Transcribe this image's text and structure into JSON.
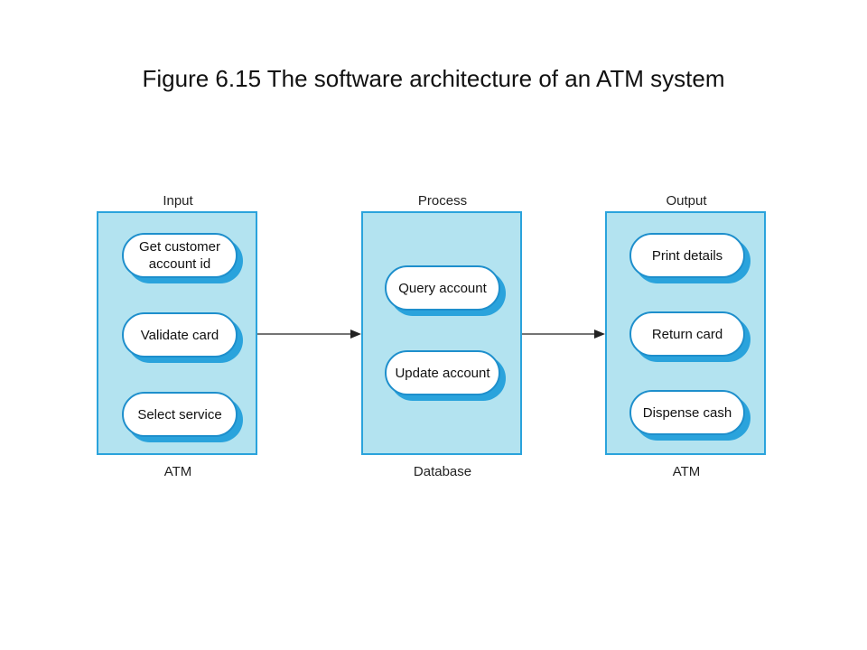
{
  "title": "Figure 6.15 The software architecture of an ATM system",
  "columns": [
    {
      "header": "Input",
      "footer": "ATM",
      "items": [
        "Get customer\naccount id",
        "Validate card",
        "Select service"
      ]
    },
    {
      "header": "Process",
      "footer": "Database",
      "items": [
        "Query account",
        "Update account"
      ]
    },
    {
      "header": "Output",
      "footer": "ATM",
      "items": [
        "Print details",
        "Return card",
        "Dispense cash"
      ]
    }
  ],
  "colors": {
    "panel_fill": "#b3e3f0",
    "panel_border": "#2aa3dc",
    "pill_border": "#1e8fcc",
    "arrow": "#222222"
  }
}
